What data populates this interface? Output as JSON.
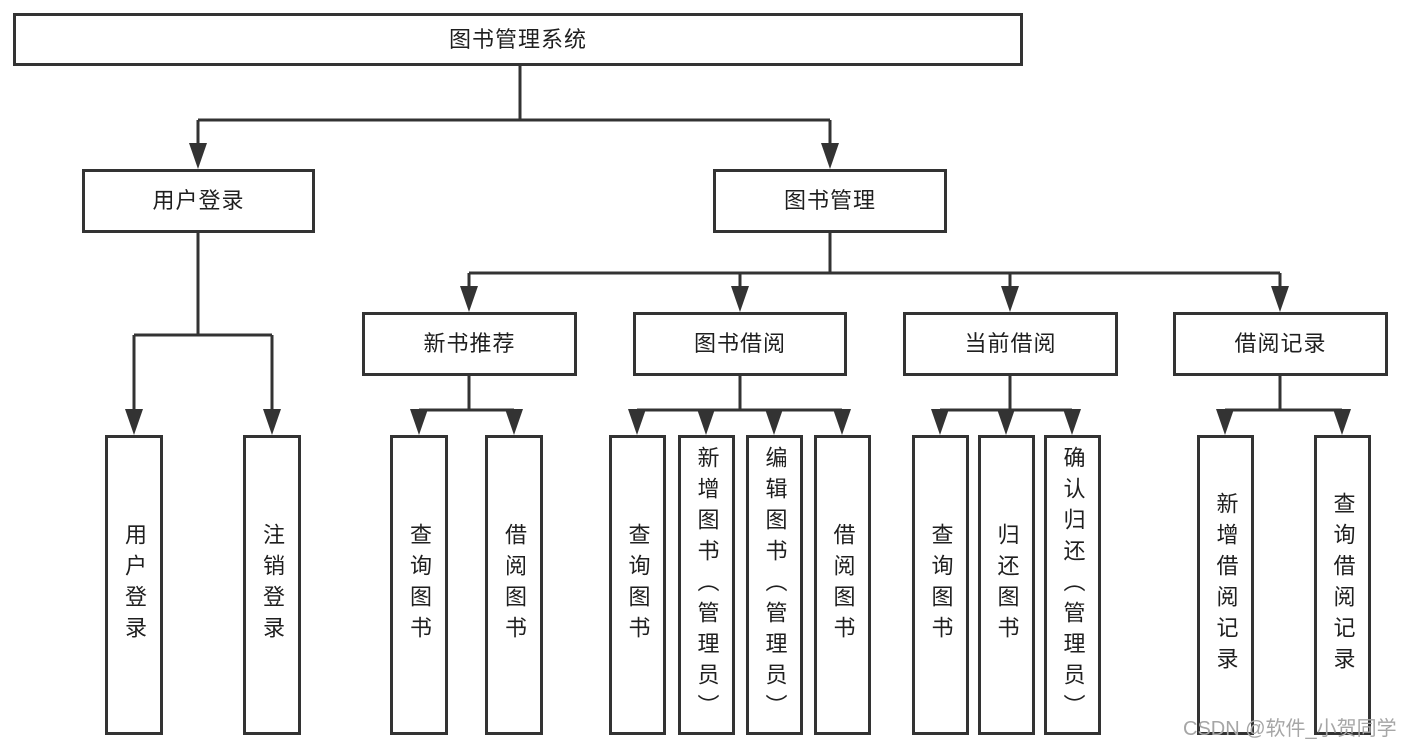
{
  "page": {
    "background": "#ffffff"
  },
  "colors": {
    "line": "#333333",
    "box_border": "#333333",
    "text": "#1f1f1f",
    "watermark": "#a6a6a6"
  },
  "watermark": {
    "text": "CSDN @软件_小贺同学"
  },
  "tree": {
    "root": {
      "label": "图书管理系统"
    },
    "branches": [
      {
        "label": "用户登录",
        "children": [
          {
            "label": "用户登录"
          },
          {
            "label": "注销登录"
          }
        ]
      },
      {
        "label": "图书管理",
        "groups": [
          {
            "label": "新书推荐",
            "children": [
              {
                "label": "查询图书"
              },
              {
                "label": "借阅图书"
              }
            ]
          },
          {
            "label": "图书借阅",
            "children": [
              {
                "label": "查询图书"
              },
              {
                "label": "新增图书（管理员）"
              },
              {
                "label": "编辑图书（管理员）"
              },
              {
                "label": "借阅图书"
              }
            ]
          },
          {
            "label": "当前借阅",
            "children": [
              {
                "label": "查询图书"
              },
              {
                "label": "归还图书"
              },
              {
                "label": "确认归还（管理员）"
              }
            ]
          },
          {
            "label": "借阅记录",
            "children": [
              {
                "label": "新增借阅记录"
              },
              {
                "label": "查询借阅记录"
              }
            ]
          }
        ]
      }
    ]
  }
}
